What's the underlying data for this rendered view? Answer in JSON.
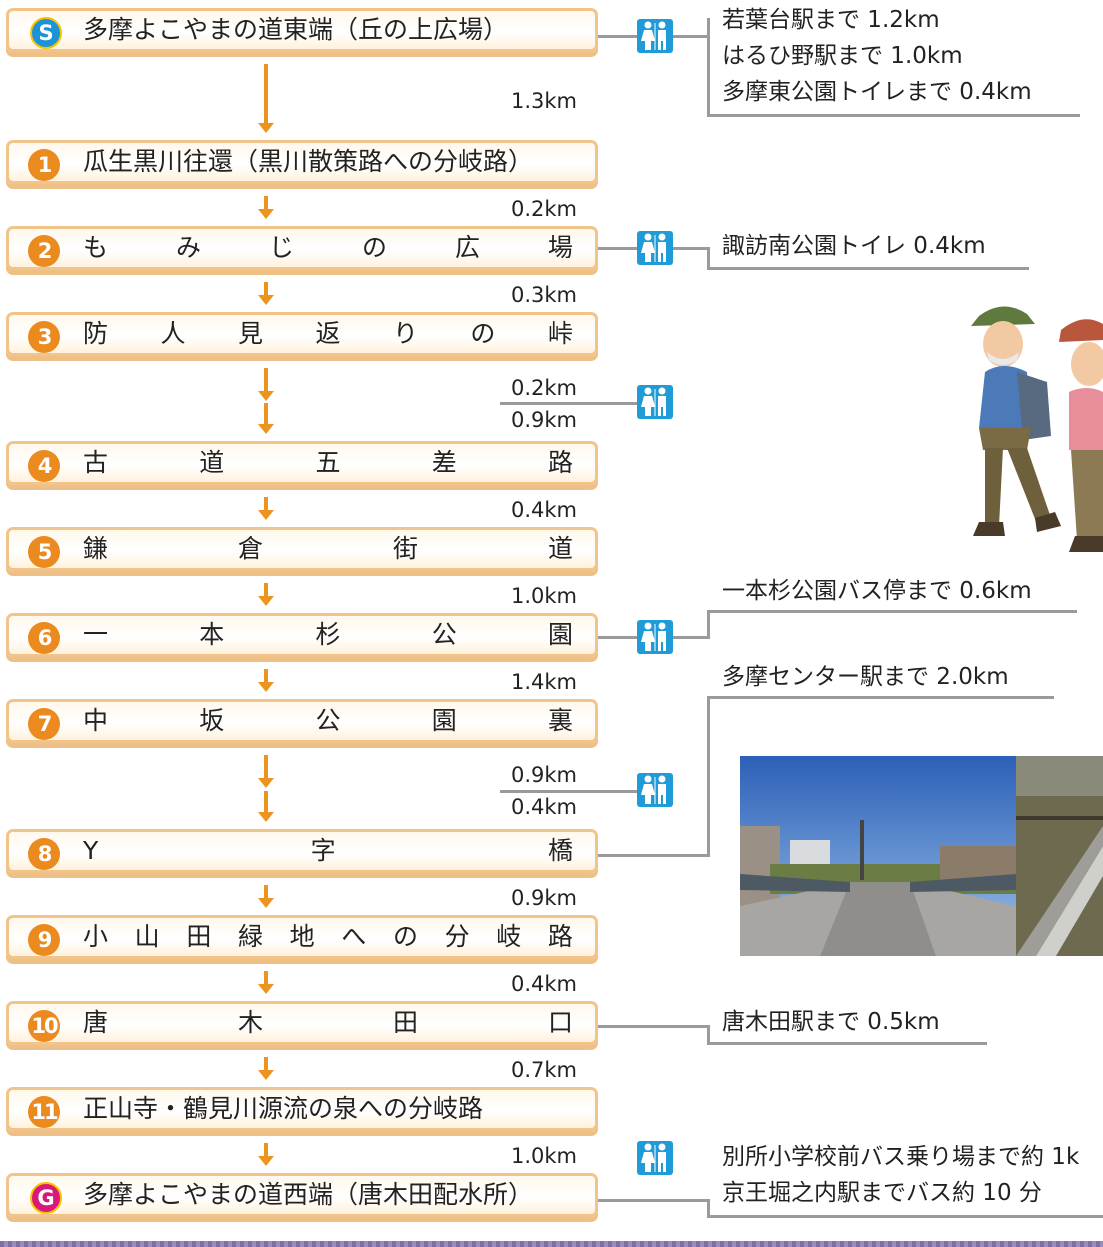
{
  "stations": [
    {
      "badge": "S",
      "name": "多摩よこやまの道東端（丘の上広場）"
    },
    {
      "badge": "1",
      "name": "瓜生黒川往還（黒川散策路への分岐路）"
    },
    {
      "badge": "2",
      "chars": [
        "も",
        "み",
        "じ",
        "の",
        "広",
        "場"
      ]
    },
    {
      "badge": "3",
      "chars": [
        "防",
        "人",
        "見",
        "返",
        "り",
        "の",
        "峠"
      ]
    },
    {
      "badge": "4",
      "chars": [
        "古",
        "道",
        "五",
        "差",
        "路"
      ]
    },
    {
      "badge": "5",
      "chars": [
        "鎌",
        "倉",
        "街",
        "道"
      ]
    },
    {
      "badge": "6",
      "chars": [
        "一",
        "本",
        "杉",
        "公",
        "園"
      ]
    },
    {
      "badge": "7",
      "chars": [
        "中",
        "坂",
        "公",
        "園",
        "裏"
      ]
    },
    {
      "badge": "8",
      "chars": [
        "Y",
        "字",
        "橋"
      ]
    },
    {
      "badge": "9",
      "chars": [
        "小",
        "山",
        "田",
        "緑",
        "地",
        "へ",
        "の",
        "分",
        "岐",
        "路"
      ]
    },
    {
      "badge": "10",
      "chars": [
        "唐",
        "木",
        "田",
        "口"
      ]
    },
    {
      "badge": "11",
      "name": "正山寺・鶴見川源流の泉への分岐路"
    },
    {
      "badge": "G",
      "name": "多摩よこやまの道西端（唐木田配水所）"
    }
  ],
  "distances": [
    "1.3km",
    "0.2km",
    "0.3km",
    "0.2km",
    "0.9km",
    "0.4km",
    "1.0km",
    "1.4km",
    "0.9km",
    "0.4km",
    "0.9km",
    "0.4km",
    "0.7km",
    "1.0km"
  ],
  "notes": {
    "start_1": "若葉台駅まで 1.2km",
    "start_2": "はるひ野駅まで 1.0km",
    "start_3": "多摩東公園トイレまで 0.4km",
    "s2": "諏訪南公園トイレ 0.4km",
    "s6": "一本杉公園バス停まで 0.6km",
    "s7": "多摩センター駅まで 2.0km",
    "s10": "唐木田駅まで 0.5km",
    "goal_1": "別所小学校前バス乗り場まで約 1k",
    "goal_2": "京王堀之内駅までバス約 10 分"
  },
  "colors": {
    "accent": "#eb8a1e",
    "box_border": "#f1c48c",
    "toilet": "#1f9bd8",
    "start_badge": "#1c93d8",
    "goal_badge": "#d8187b"
  }
}
